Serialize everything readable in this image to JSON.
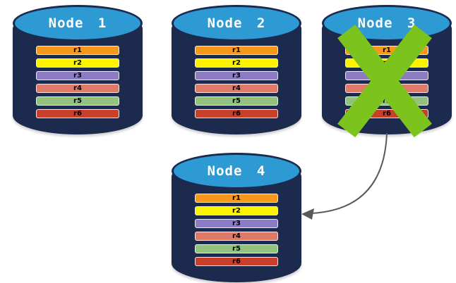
{
  "nodes": [
    {
      "id": "node-1",
      "label": "Node 1",
      "failed": false,
      "rows": [
        "r1",
        "r2",
        "r3",
        "r4",
        "r5",
        "r6"
      ]
    },
    {
      "id": "node-2",
      "label": "Node 2",
      "failed": false,
      "rows": [
        "r1",
        "r2",
        "r3",
        "r4",
        "r5",
        "r6"
      ]
    },
    {
      "id": "node-3",
      "label": "Node 3",
      "failed": true,
      "rows": [
        "r1",
        "r2",
        "r3",
        "r4",
        "r5",
        "r6"
      ]
    },
    {
      "id": "node-4",
      "label": "Node 4",
      "failed": false,
      "rows": [
        "r1",
        "r2",
        "r3",
        "r4",
        "r5",
        "r6"
      ]
    }
  ],
  "row_colors": {
    "r1": "#F8991D",
    "r2": "#FDF300",
    "r3": "#8C7CC2",
    "r4": "#DD7B68",
    "r5": "#93C27E",
    "r6": "#C8402A"
  },
  "colors": {
    "cylinder_body": "#1C2A4D",
    "cylinder_top": "#2D9AD4",
    "cylinder_border": "#1B2A4E",
    "title_text": "#FFFFFF",
    "row_text": "#000000",
    "failure_x": "#7CC41D",
    "arrow": "#595959",
    "background": "#FFFFFF"
  },
  "arrow": {
    "from": "node-3",
    "to": "node-4"
  }
}
